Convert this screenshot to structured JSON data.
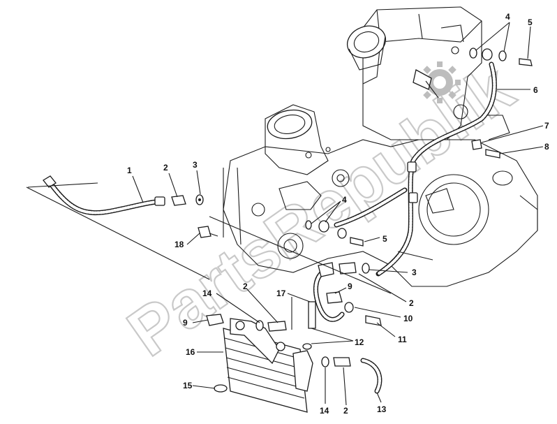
{
  "watermark": {
    "text": "PartsRepublik"
  },
  "callouts": [
    {
      "id": "c1",
      "text": "1"
    },
    {
      "id": "c2a",
      "text": "2"
    },
    {
      "id": "c3a",
      "text": "3"
    },
    {
      "id": "c4a",
      "text": "4"
    },
    {
      "id": "c5a",
      "text": "5"
    },
    {
      "id": "c6",
      "text": "6"
    },
    {
      "id": "c7",
      "text": "7"
    },
    {
      "id": "c8",
      "text": "8"
    },
    {
      "id": "c18",
      "text": "18"
    },
    {
      "id": "c4b",
      "text": "4"
    },
    {
      "id": "c5b",
      "text": "5"
    },
    {
      "id": "c3b",
      "text": "3"
    },
    {
      "id": "c2b",
      "text": "2"
    },
    {
      "id": "c14a",
      "text": "14"
    },
    {
      "id": "c2c",
      "text": "2"
    },
    {
      "id": "c17",
      "text": "17"
    },
    {
      "id": "c9b",
      "text": "9"
    },
    {
      "id": "c10",
      "text": "10"
    },
    {
      "id": "c11",
      "text": "11"
    },
    {
      "id": "c9a",
      "text": "9"
    },
    {
      "id": "c16",
      "text": "16"
    },
    {
      "id": "c12",
      "text": "12"
    },
    {
      "id": "c15",
      "text": "15"
    },
    {
      "id": "c14b",
      "text": "14"
    },
    {
      "id": "c2d",
      "text": "2"
    },
    {
      "id": "c13",
      "text": "13"
    }
  ]
}
